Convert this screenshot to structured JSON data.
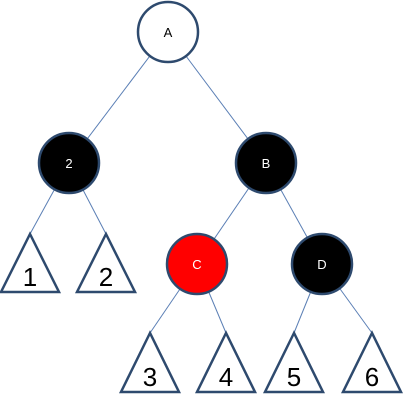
{
  "colors": {
    "edge": "#5b7fb5",
    "outline": "#2e4a6e",
    "white_fill": "#ffffff",
    "black_fill": "#000000",
    "red_fill": "#ff0000"
  },
  "nodes": [
    {
      "id": "A",
      "label": "A",
      "fill": "white"
    },
    {
      "id": "n2",
      "label": "2",
      "fill": "black"
    },
    {
      "id": "B",
      "label": "B",
      "fill": "black"
    },
    {
      "id": "C",
      "label": "C",
      "fill": "red"
    },
    {
      "id": "D",
      "label": "D",
      "fill": "black"
    }
  ],
  "subtrees": [
    {
      "id": "t1",
      "label": "1"
    },
    {
      "id": "t2",
      "label": "2"
    },
    {
      "id": "t3",
      "label": "3"
    },
    {
      "id": "t4",
      "label": "4"
    },
    {
      "id": "t5",
      "label": "5"
    },
    {
      "id": "t6",
      "label": "6"
    }
  ],
  "edges": [
    [
      "A",
      "n2"
    ],
    [
      "A",
      "B"
    ],
    [
      "n2",
      "t1"
    ],
    [
      "n2",
      "t2"
    ],
    [
      "B",
      "C"
    ],
    [
      "B",
      "D"
    ],
    [
      "C",
      "t3"
    ],
    [
      "C",
      "t4"
    ],
    [
      "D",
      "t5"
    ],
    [
      "D",
      "t6"
    ]
  ]
}
